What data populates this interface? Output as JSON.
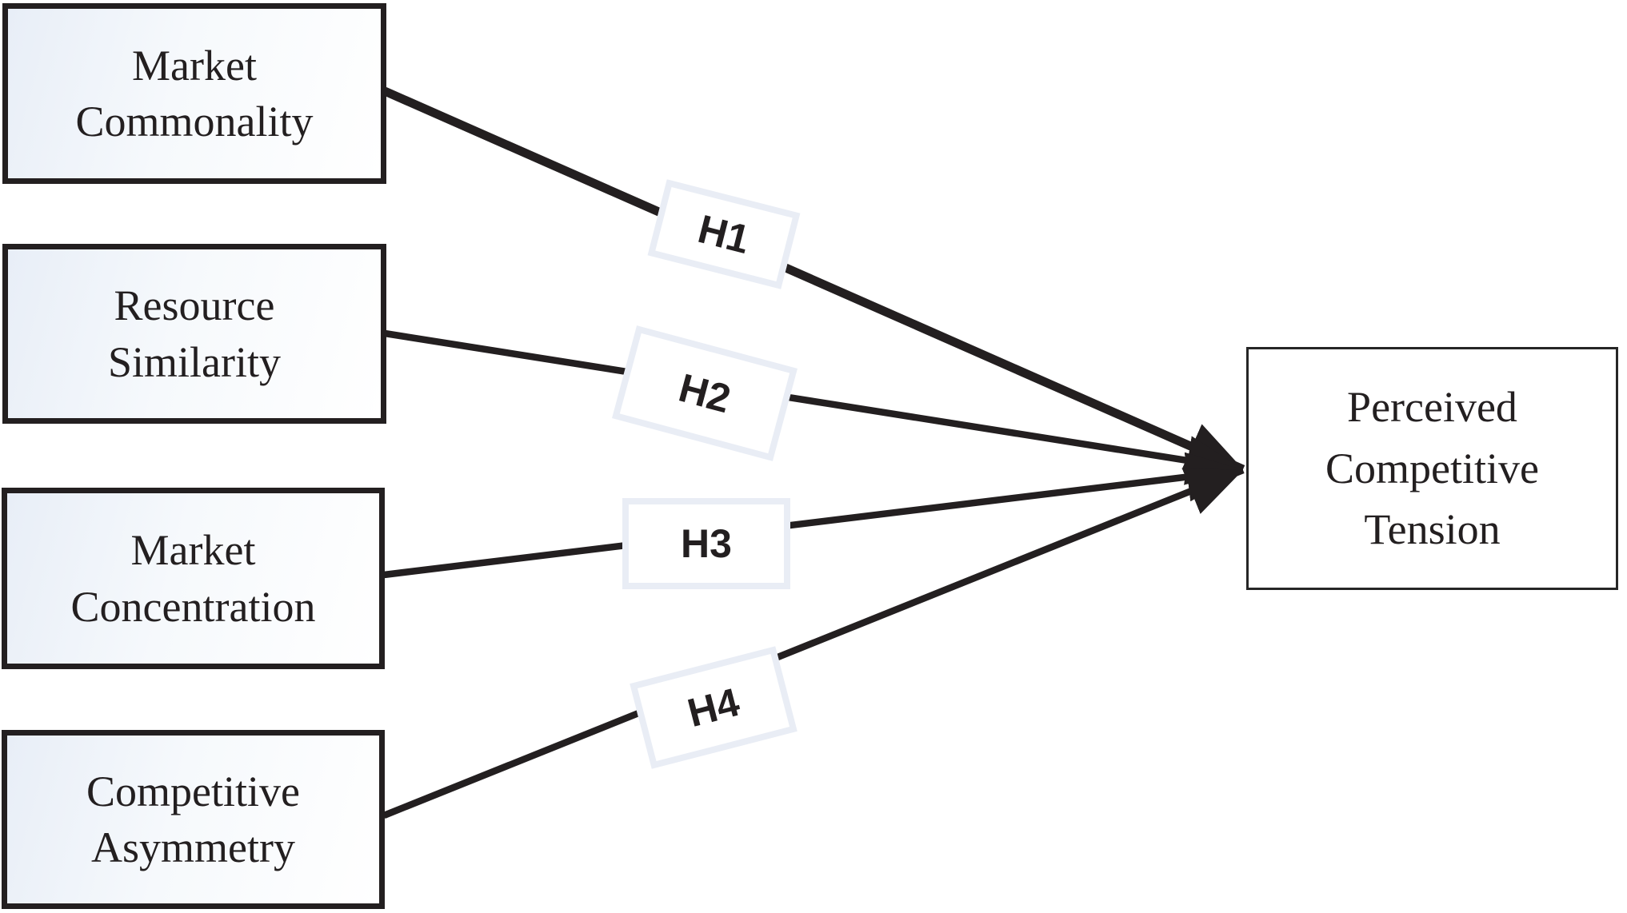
{
  "diagram": {
    "type": "path-model",
    "nodes": {
      "antecedents": [
        {
          "id": "market-commonality",
          "lines": [
            "Market",
            "Commonality"
          ]
        },
        {
          "id": "resource-similarity",
          "lines": [
            "Resource",
            "Similarity"
          ]
        },
        {
          "id": "market-concentration",
          "lines": [
            "Market",
            "Concentration"
          ]
        },
        {
          "id": "competitive-asymmetry",
          "lines": [
            "Competitive",
            "Asymmetry"
          ]
        }
      ],
      "outcome": {
        "id": "perceived-competitive-tension",
        "lines": [
          "Perceived",
          "Competitive",
          "Tension"
        ]
      }
    },
    "edges": [
      {
        "label": "H1",
        "from": "Market Commonality",
        "to": "Perceived Competitive Tension"
      },
      {
        "label": "H2",
        "from": "Resource Similarity",
        "to": "Perceived Competitive Tension"
      },
      {
        "label": "H3",
        "from": "Market Concentration",
        "to": "Perceived Competitive Tension"
      },
      {
        "label": "H4",
        "from": "Competitive Asymmetry",
        "to": "Perceived Competitive Tension"
      }
    ],
    "colors": {
      "line": "#231f20",
      "node_border": "#231f20",
      "outcome_border": "#262626",
      "node_fill_tint": "#e8eef7",
      "label_box_border": "#e9edf5",
      "background": "#ffffff",
      "text": "#231f20"
    }
  }
}
